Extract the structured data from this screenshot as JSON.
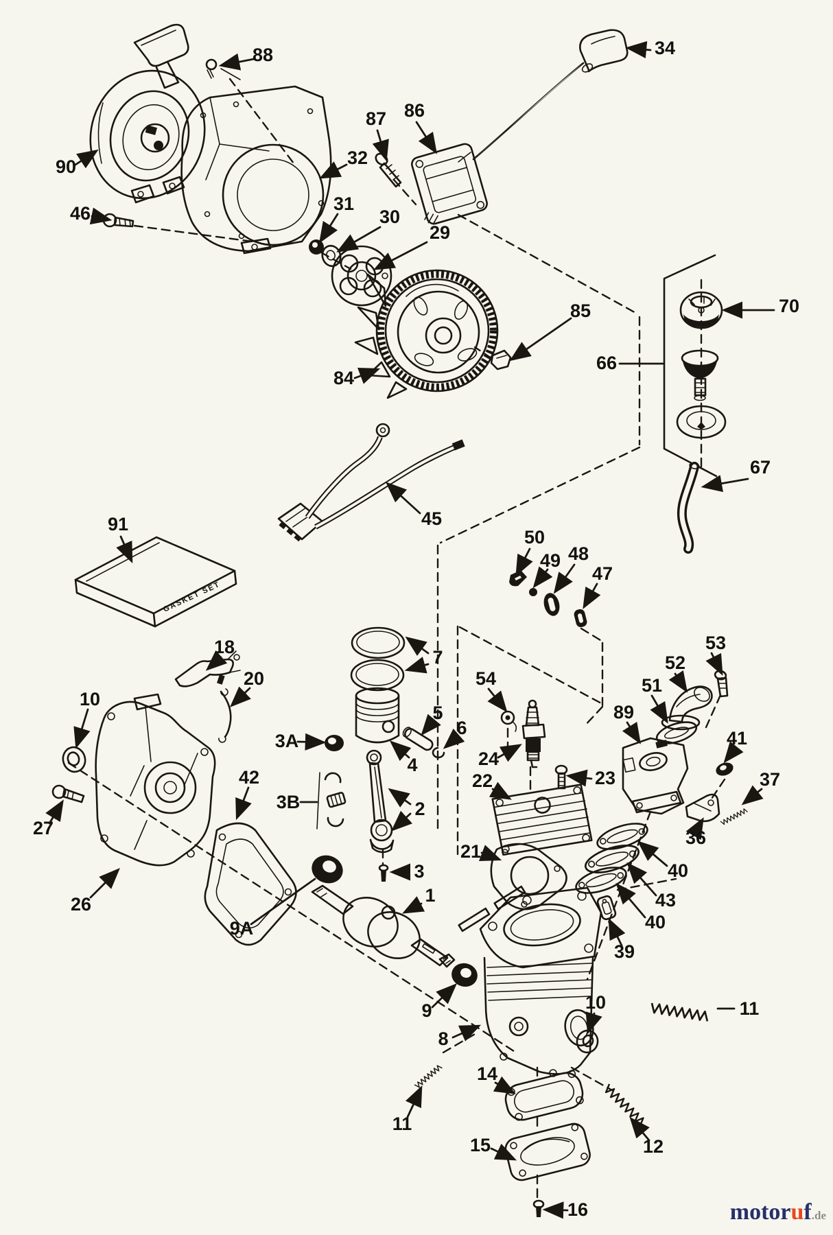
{
  "page": {
    "background": "#f7f6ee",
    "ink": "#1a1713"
  },
  "brand": {
    "word_main": "motor",
    "word_accent": "u",
    "word_end": "f",
    "suffix": ".de",
    "color_main": "#26306b",
    "color_accent": "#e8481c",
    "color_suffix": "#8d8d8d"
  },
  "gasket_box": {
    "label": "GASKET SET"
  },
  "callouts": [
    {
      "num": "88",
      "part": "blower-housing-screw"
    },
    {
      "num": "34",
      "part": "spark-plug-boot"
    },
    {
      "num": "90",
      "part": "recoil-starter"
    },
    {
      "num": "32",
      "part": "blower-housing"
    },
    {
      "num": "46",
      "part": "mounting-screw"
    },
    {
      "num": "87",
      "part": "coil-screw"
    },
    {
      "num": "86",
      "part": "ignition-coil"
    },
    {
      "num": "31",
      "part": "flywheel-nut"
    },
    {
      "num": "30",
      "part": "belleville-washer"
    },
    {
      "num": "29",
      "part": "starter-cup"
    },
    {
      "num": "85",
      "part": "flywheel-key"
    },
    {
      "num": "66",
      "part": "fuel-cap-assembly"
    },
    {
      "num": "70",
      "part": "fuel-cap"
    },
    {
      "num": "84",
      "part": "flywheel"
    },
    {
      "num": "67",
      "part": "fuel-line"
    },
    {
      "num": "45",
      "part": "wiring-harness"
    },
    {
      "num": "91",
      "part": "gasket-set-box"
    },
    {
      "num": "50",
      "part": "terminal-boot"
    },
    {
      "num": "49",
      "part": "terminal-ball"
    },
    {
      "num": "48",
      "part": "grommet"
    },
    {
      "num": "47",
      "part": "grommet-small"
    },
    {
      "num": "53",
      "part": "carburetor-screw"
    },
    {
      "num": "52",
      "part": "intake-elbow"
    },
    {
      "num": "51",
      "part": "elbow-gasket"
    },
    {
      "num": "89",
      "part": "carburetor"
    },
    {
      "num": "18",
      "part": "governor-lever"
    },
    {
      "num": "20",
      "part": "governor-link"
    },
    {
      "num": "10",
      "part": "oil-seal-left"
    },
    {
      "num": "3A",
      "part": "rod-bearing"
    },
    {
      "num": "54",
      "part": "spark-plug-terminal"
    },
    {
      "num": "24",
      "part": "spark-plug"
    },
    {
      "num": "22",
      "part": "cylinder-head"
    },
    {
      "num": "23",
      "part": "head-screw"
    },
    {
      "num": "41",
      "part": "spacer"
    },
    {
      "num": "37",
      "part": "governor-spring"
    },
    {
      "num": "36",
      "part": "throttle-bracket"
    },
    {
      "num": "42",
      "part": "cover-gasket"
    },
    {
      "num": "3B",
      "part": "bearing-set"
    },
    {
      "num": "2",
      "part": "connecting-rod"
    },
    {
      "num": "27",
      "part": "cover-screw"
    },
    {
      "num": "21",
      "part": "head-gasket"
    },
    {
      "num": "40",
      "part": "carb-gasket-upper"
    },
    {
      "num": "43",
      "part": "heat-baffle"
    },
    {
      "num": "26",
      "part": "crankcase-cover"
    },
    {
      "num": "3",
      "part": "rod-bolt"
    },
    {
      "num": "40",
      "part": "carb-gasket-lower"
    },
    {
      "num": "9A",
      "part": "main-bearing-pto"
    },
    {
      "num": "1",
      "part": "crankshaft"
    },
    {
      "num": "39",
      "part": "reed-valve"
    },
    {
      "num": "11",
      "part": "spring-right"
    },
    {
      "num": "9",
      "part": "main-bearing"
    },
    {
      "num": "10",
      "part": "oil-seal-right"
    },
    {
      "num": "8",
      "part": "cylinder-block"
    },
    {
      "num": "14",
      "part": "bypass-gasket"
    },
    {
      "num": "11",
      "part": "spring-bottom-left"
    },
    {
      "num": "12",
      "part": "spring-lower-right"
    },
    {
      "num": "15",
      "part": "bypass-cover"
    },
    {
      "num": "16",
      "part": "cover-screw-small"
    },
    {
      "num": "7",
      "part": "piston-rings"
    },
    {
      "num": "5",
      "part": "piston-pin"
    },
    {
      "num": "6",
      "part": "pin-retainer"
    },
    {
      "num": "4",
      "part": "piston"
    }
  ]
}
